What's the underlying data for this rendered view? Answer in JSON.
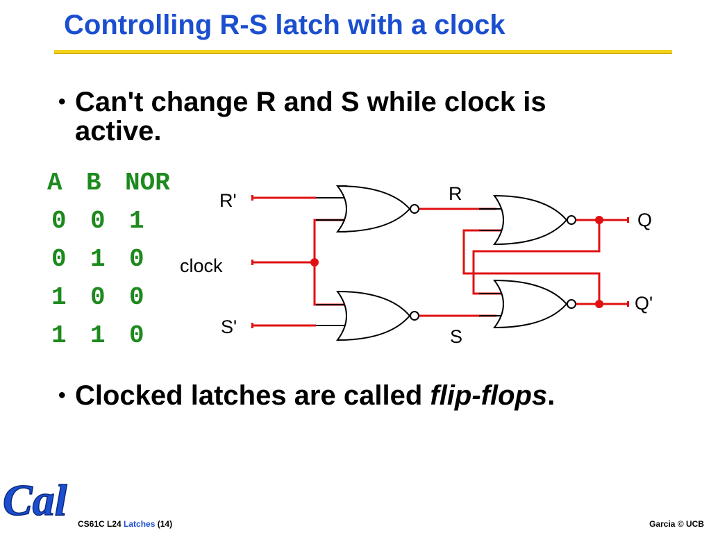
{
  "slide": {
    "title": "Controlling R-S latch with a clock",
    "bullet1": "Can't change R and S while clock is active.",
    "bullet2_prefix": "Clocked latches are called ",
    "bullet2_emph": "flip-flops",
    "bullet2_suffix": "."
  },
  "truth_table": {
    "headers": [
      "A",
      "B",
      "NOR"
    ],
    "rows": [
      [
        "0",
        "0",
        "1"
      ],
      [
        "0",
        "1",
        "0"
      ],
      [
        "1",
        "0",
        "0"
      ],
      [
        "1",
        "1",
        "0"
      ]
    ]
  },
  "circuit": {
    "label_r_prime": "R'",
    "label_clock": "clock",
    "label_s_prime": "S'",
    "label_r": "R",
    "label_s": "S",
    "label_q": "Q",
    "label_q_prime": "Q'"
  },
  "footer": {
    "course": "CS61C L24 ",
    "topic": "Latches",
    "page": " (14)",
    "credit": "Garcia © UCB"
  },
  "logo": {
    "text": "Cal"
  },
  "colors": {
    "title": "#1b4fd0",
    "rule": "#f3d21b",
    "table": "#1e8a1e",
    "wire": "#e01010",
    "accent": "#1b4fd0"
  }
}
